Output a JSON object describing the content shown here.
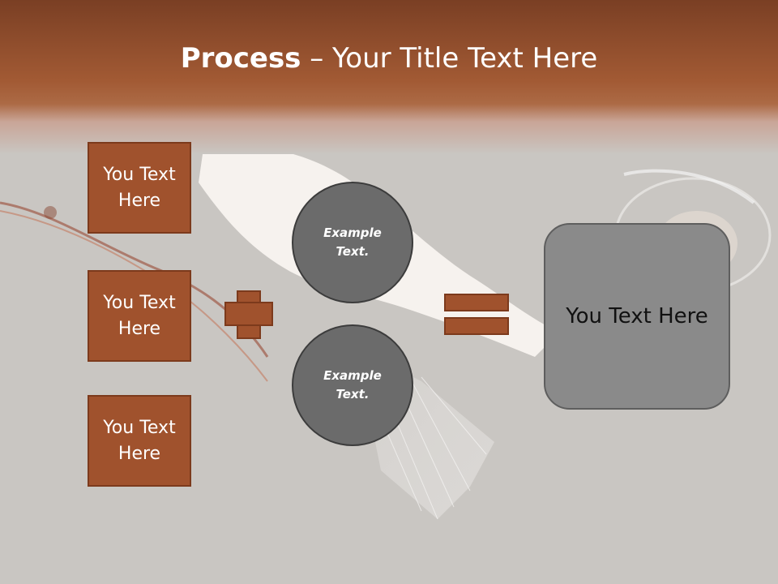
{
  "slide": {
    "title_bold": "Process",
    "title_rest": " – Your Title Text Here"
  },
  "boxes": [
    "You Text Here",
    "You Text Here",
    "You Text Here"
  ],
  "circles": [
    "Example Text.",
    "Example Text."
  ],
  "result": "You Text Here",
  "colors": {
    "header_dark": "#7a3f24",
    "header_mid": "#a25a34",
    "box_fill": "#a0522d",
    "box_border": "#7c3a1c",
    "circle_fill": "#6b6b6b",
    "result_fill": "#8a8a8a",
    "background": "#c9c6c2"
  }
}
